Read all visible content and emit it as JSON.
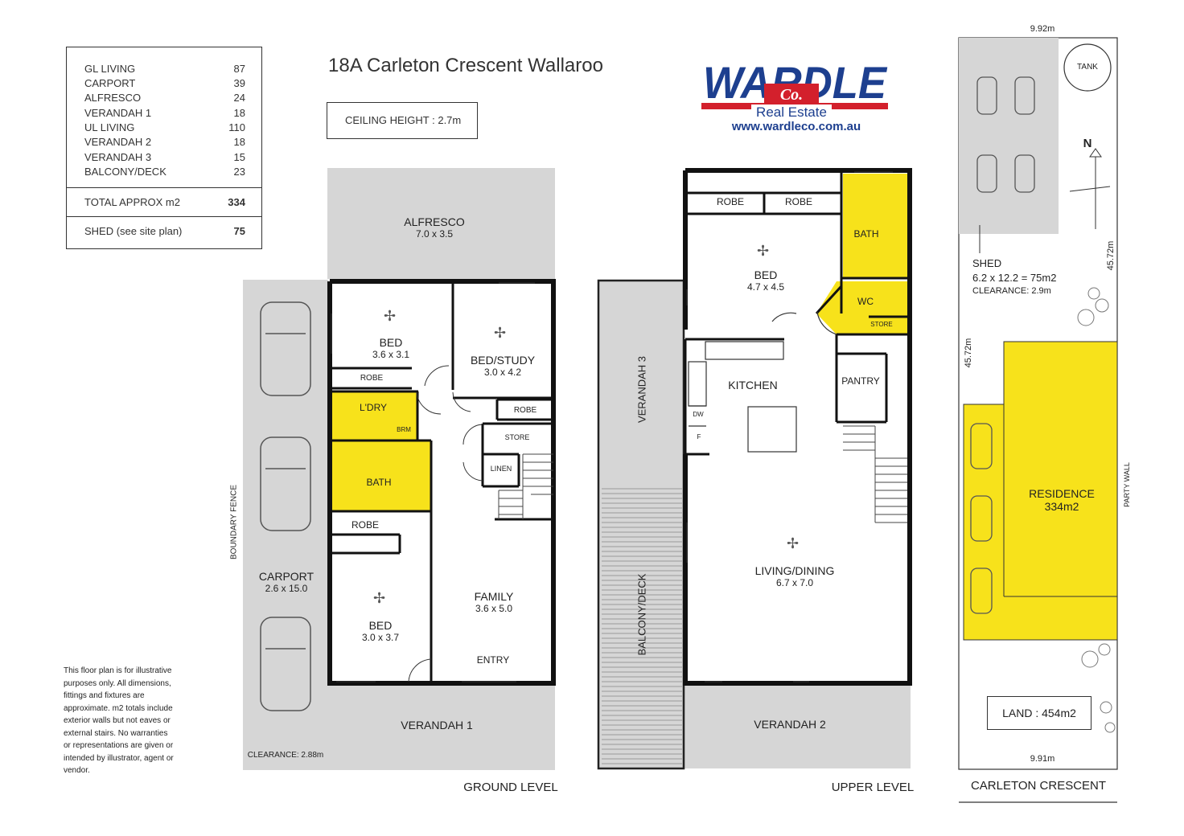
{
  "title": "18A Carleton Crescent Wallaroo",
  "ceiling": "CEILING HEIGHT : 2.7m",
  "logo": {
    "main": "WARDLE",
    "co": "Co.",
    "sub": "Real Estate",
    "url": "www.wardleco.com.au"
  },
  "summary": {
    "rows": [
      {
        "label": "GL LIVING",
        "value": "87"
      },
      {
        "label": "CARPORT",
        "value": "39"
      },
      {
        "label": "ALFRESCO",
        "value": "24"
      },
      {
        "label": "VERANDAH 1",
        "value": "18"
      },
      {
        "label": "UL LIVING",
        "value": "110"
      },
      {
        "label": "VERANDAH 2",
        "value": "18"
      },
      {
        "label": "VERANDAH 3",
        "value": "15"
      },
      {
        "label": "BALCONY/DECK",
        "value": "23"
      }
    ],
    "total": {
      "label": "TOTAL APPROX m2",
      "value": "334"
    },
    "shed": {
      "label": "SHED (see site plan)",
      "value": "75"
    }
  },
  "disclaimer": "This floor plan is for illustrative\npurposes only. All dimensions,\nfittings and fixtures are\napproximate. m2 totals include\nexterior walls but not eaves or\nexternal stairs. No warranties\nor representations are given or\nintended by illustrator, agent or\nvendor.",
  "ground": {
    "level": "GROUND LEVEL",
    "alfresco": {
      "name": "ALFRESCO",
      "dim": "7.0 x 3.5"
    },
    "bed1": {
      "name": "BED",
      "dim": "3.6 x 3.1"
    },
    "bedstudy": {
      "name": "BED/STUDY",
      "dim": "3.0 x 4.2"
    },
    "robe1": "ROBE",
    "robe2": "ROBE",
    "robe3": "ROBE",
    "ldry": "L'DRY",
    "brm": "BRM",
    "bath": "BATH",
    "store": "STORE",
    "linen": "LINEN",
    "bed2": {
      "name": "BED",
      "dim": "3.0 x 3.7"
    },
    "family": {
      "name": "FAMILY",
      "dim": "3.6 x 5.0"
    },
    "entry": "ENTRY",
    "verandah1": "VERANDAH 1",
    "carport": {
      "name": "CARPORT",
      "dim": "2.6 x 15.0"
    },
    "boundary": "BOUNDARY FENCE",
    "clearance": "CLEARANCE: 2.88m"
  },
  "upper": {
    "level": "UPPER LEVEL",
    "robe1": "ROBE",
    "robe2": "ROBE",
    "bed": {
      "name": "BED",
      "dim": "4.7 x 4.5"
    },
    "bath": "BATH",
    "wc": "WC",
    "store": "STORE",
    "kitchen": "KITCHEN",
    "pantry": "PANTRY",
    "dw": "DW",
    "f": "F",
    "living": {
      "name": "LIVING/DINING",
      "dim": "6.7 x 7.0"
    },
    "verandah2": "VERANDAH 2",
    "verandah3": "VERANDAH 3",
    "balcony": "BALCONY/DECK"
  },
  "site": {
    "top": "9.92m",
    "bottom": "9.91m",
    "side1": "45.72m",
    "side2": "45.72m",
    "tank": "TANK",
    "north": "N",
    "shed": "SHED",
    "shed_dim": "6.2 x 12.2 = 75m2",
    "shed_clear": "CLEARANCE: 2.9m",
    "residence": "RESIDENCE",
    "residence_dim": "334m2",
    "party": "PARTY WALL",
    "land": "LAND : 454m2",
    "street": "CARLETON CRESCENT"
  }
}
